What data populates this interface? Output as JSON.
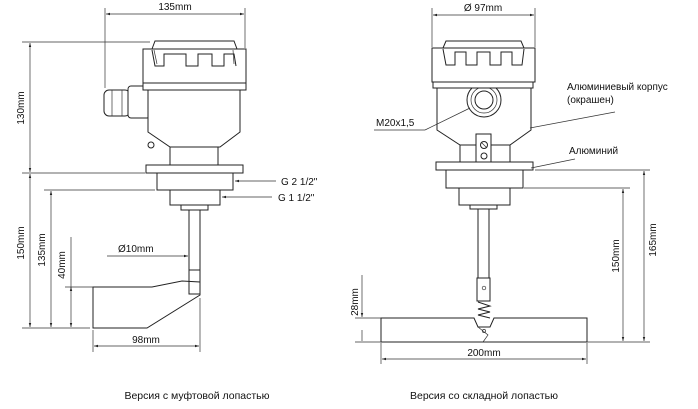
{
  "left_version": {
    "caption": "Версия с муфтовой лопастью",
    "dims": {
      "width": "135mm",
      "height_housing": "130mm",
      "length_total": "150mm",
      "length_135": "135mm",
      "paddle_height": "40mm",
      "rod_diameter": "Ø10mm",
      "paddle_width": "98mm"
    },
    "threads": {
      "g_large": "G  2 1/2\"",
      "g_small": "G  1 1/2\""
    }
  },
  "right_version": {
    "caption": "Версия со складной лопастью",
    "dims": {
      "diameter": "Ø 97mm",
      "length_165": "165mm",
      "length_150": "150mm",
      "paddle_height": "28mm",
      "paddle_width": "200mm"
    },
    "labels": {
      "gland": "M20x1,5",
      "housing_line1": "Алюминиевый корпус",
      "housing_line2": "(окрашен)",
      "flange": "Алюминий"
    }
  }
}
